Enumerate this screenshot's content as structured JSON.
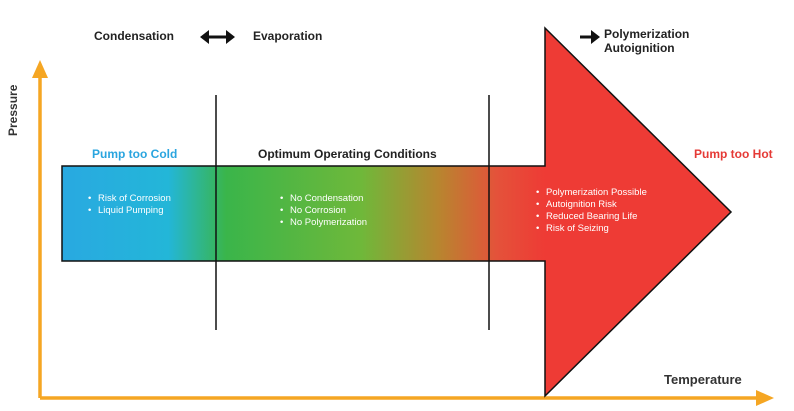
{
  "header": {
    "condensation": "Condensation",
    "evaporation": "Evaporation",
    "polymerization_line1": "Polymerization",
    "polymerization_line2": "Autoignition"
  },
  "axes": {
    "y_label": "Pressure",
    "x_label": "Temperature"
  },
  "zones": [
    {
      "title": "Pump too Cold",
      "title_color": "#2aa5df",
      "bullets": [
        "Risk of Corrosion",
        "Liquid Pumping"
      ]
    },
    {
      "title": "Optimum Operating Conditions",
      "title_color": "#222222",
      "bullets": [
        "No Condensation",
        "No Corrosion",
        "No Polymerization"
      ]
    },
    {
      "title": "Pump too Hot",
      "title_color": "#e53a36",
      "bullets": [
        "Polymerization Possible",
        "Autoignition Risk",
        "Reduced Bearing Life",
        "Risk of Seizing"
      ]
    }
  ],
  "colors": {
    "axis": "#f5a623",
    "cold": "#29a9e1",
    "optimum": "#39b54a",
    "hot": "#ee3b35",
    "outline": "#111111"
  }
}
